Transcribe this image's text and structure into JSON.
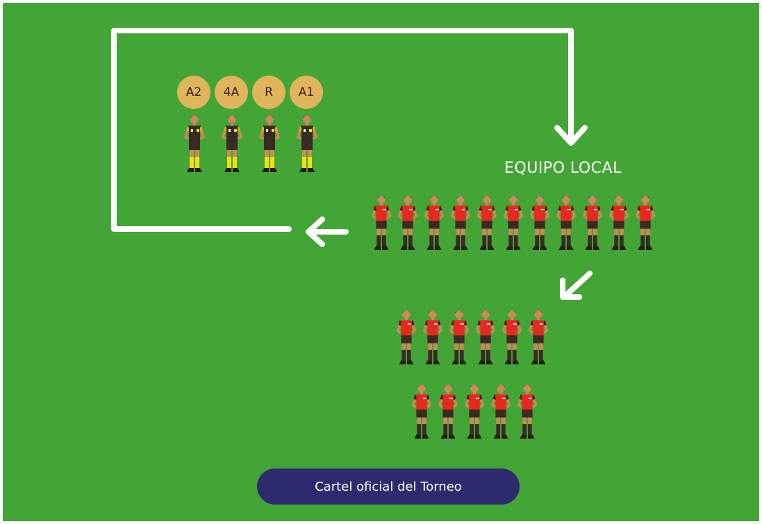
{
  "colors": {
    "field": "#43a535",
    "arrow": "#ffffff",
    "badge": "#e0b55c",
    "badge_text": "#2b1f14",
    "referee_shirt": "#3a2a24",
    "referee_accent": "#f0e010",
    "player_shirt": "#e8281e",
    "player_shorts": "#3a2a24",
    "skin": "#c98a5a",
    "hair": "#2a1c12",
    "button_bg": "#2e2a6e",
    "button_text": "#ffffff"
  },
  "officials": [
    {
      "badge": "A2"
    },
    {
      "badge": "4A"
    },
    {
      "badge": "R"
    },
    {
      "badge": "A1"
    }
  ],
  "home_team_label": "EQUIPO LOCAL",
  "lineup_counts": {
    "top_row": 11,
    "middle_row": 6,
    "bottom_row": 5
  },
  "button_label": "Cartel oficial del Torneo"
}
